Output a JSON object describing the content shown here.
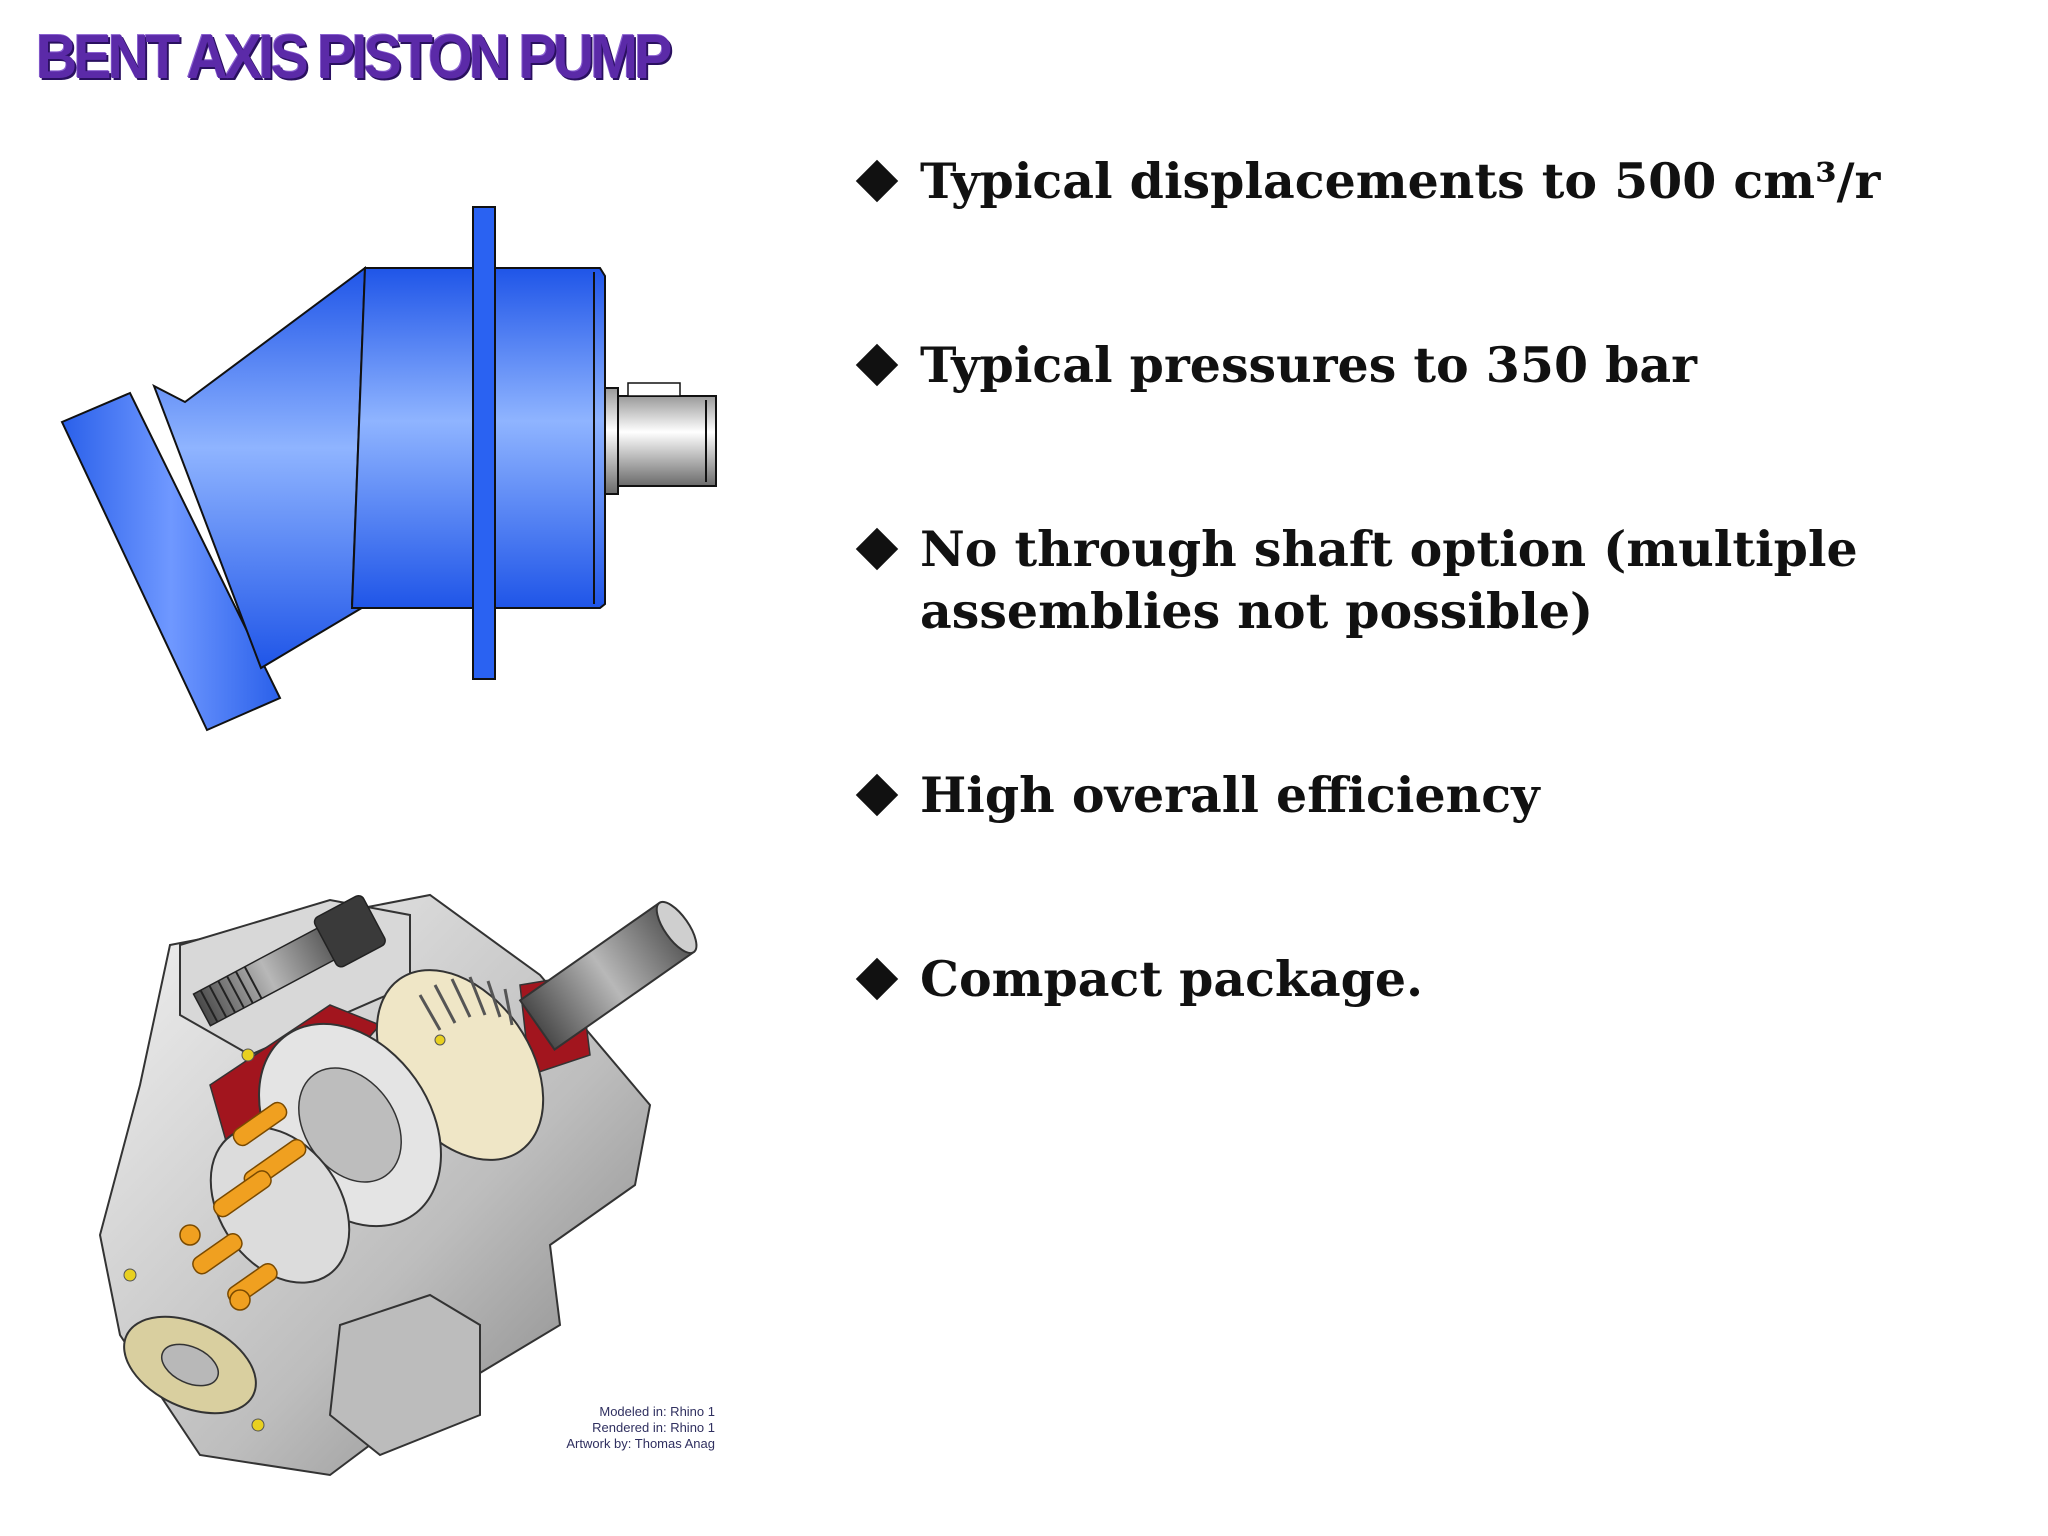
{
  "slide": {
    "title": "BENT AXIS PISTON PUMP",
    "bullets": [
      {
        "text": "Typical displacements to 500 cm³/r"
      },
      {
        "text": "Typical pressures to 350 bar"
      },
      {
        "text": "No through shaft option (multiple\nassemblies not possible)"
      },
      {
        "text": "High overall efficiency"
      },
      {
        "text": "Compact package."
      }
    ],
    "credits": [
      "Modeled in: Rhino 1",
      "Rendered in: Rhino 1",
      "Artwork by: Thomas Anag"
    ]
  },
  "colors": {
    "title": "#5b2aa8",
    "pump_blue": "#2f6cf0",
    "bullet_text": "#111111"
  }
}
